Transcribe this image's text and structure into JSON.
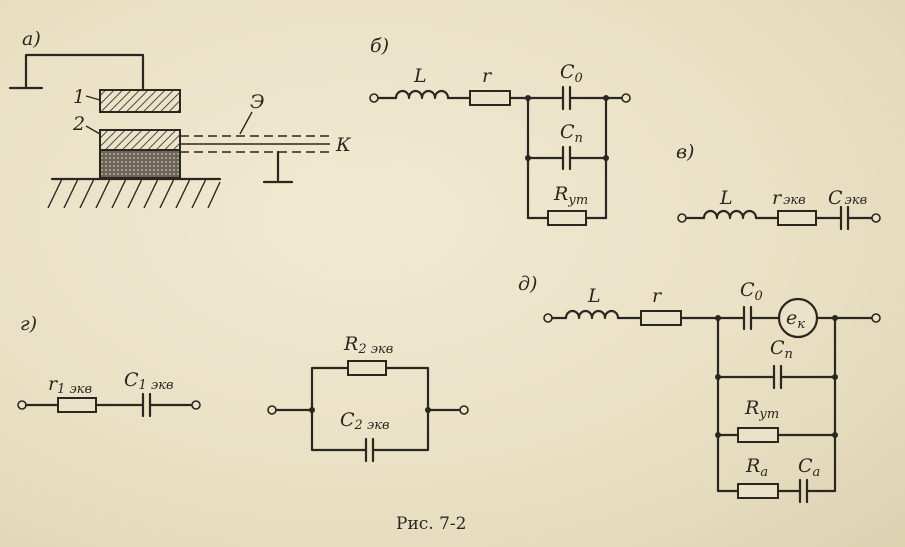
{
  "panels": {
    "a": "а)",
    "b": "б)",
    "v": "в)",
    "g": "г)",
    "d": "д)"
  },
  "a": {
    "num1": "1",
    "num2": "2",
    "e": "Э",
    "k": "К"
  },
  "b": {
    "L": "L",
    "r": "r",
    "C": "C",
    "C0_sub": "0",
    "Cp_sub": "п",
    "R": "R",
    "Rut_sub": "ут"
  },
  "v": {
    "L": "L",
    "r": "r",
    "r_sub": "экв",
    "C": "C",
    "C_sub": "экв"
  },
  "g": {
    "r": "r",
    "r1_sub": "1 экв",
    "C": "C",
    "C1_sub": "1 экв",
    "R": "R",
    "R2_sub": "2 экв",
    "C2_sub": "2 экв"
  },
  "d": {
    "L": "L",
    "r": "r",
    "C": "C",
    "C0_sub": "0",
    "e": "e",
    "e_sub": "к",
    "Cp_sub": "п",
    "R": "R",
    "Rut_sub": "ут",
    "Ra_sub": "a",
    "Ca_sub": "a"
  },
  "caption": "Рис. 7-2"
}
